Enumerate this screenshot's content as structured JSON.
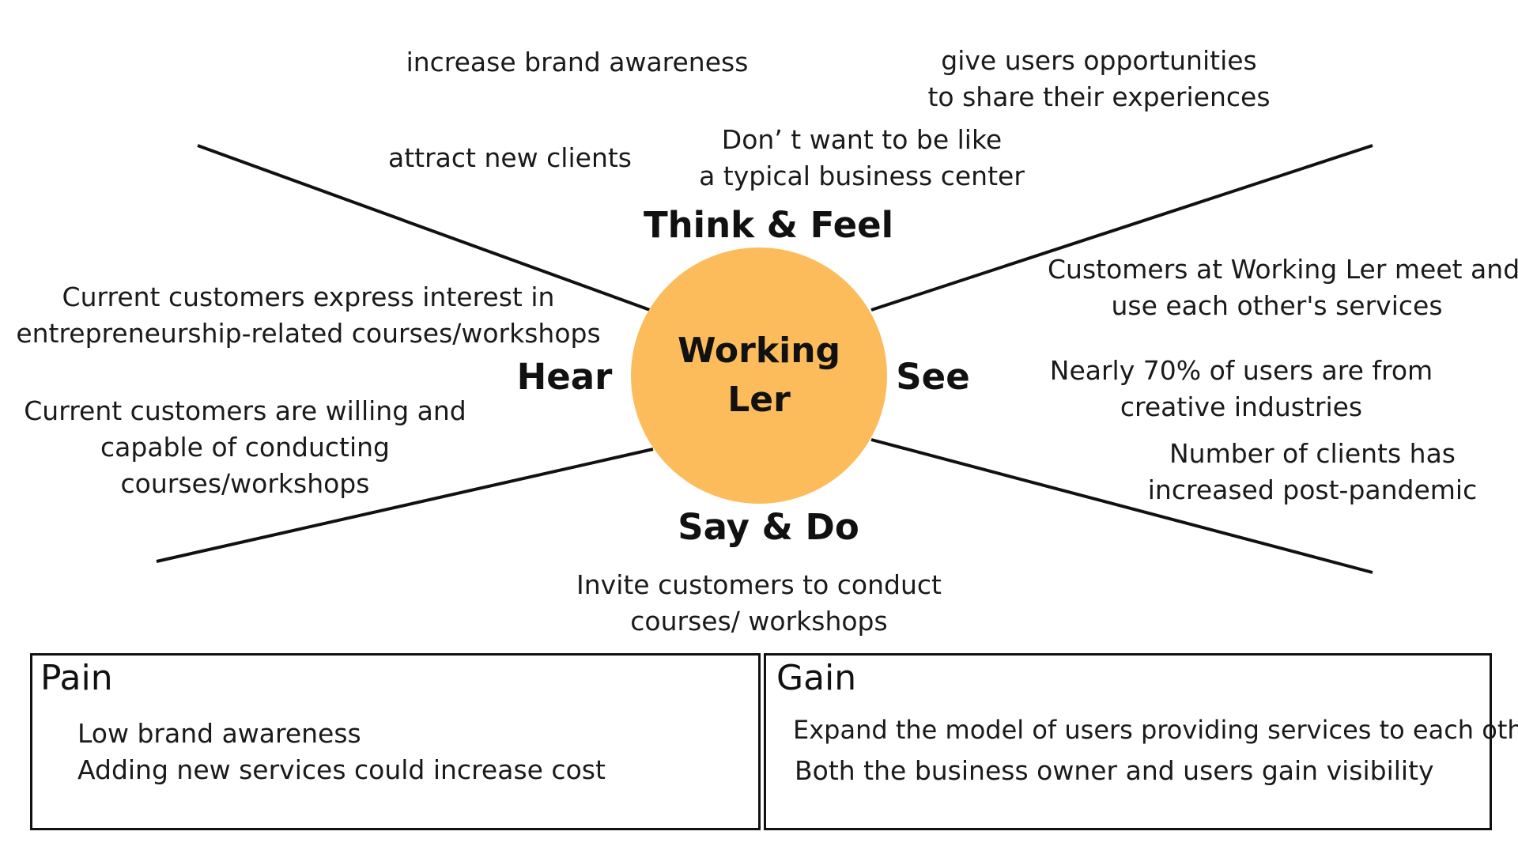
{
  "colors": {
    "circle_fill": "#FCBC5C",
    "line": "#111111",
    "text": "#1a1a1a",
    "box_border": "#111111"
  },
  "center": {
    "line1": "Working",
    "line2": "Ler"
  },
  "quadrant_labels": {
    "top": "Think & Feel",
    "bottom": "Say & Do",
    "left": "Hear",
    "right": "See"
  },
  "think_feel": {
    "note1": "increase brand awareness",
    "note2": "attract new clients",
    "note3_line1": "Don’ t want to be like",
    "note3_line2": "a typical business center",
    "note4_line1": "give users opportunities",
    "note4_line2": "to share their experiences"
  },
  "hear": {
    "note1_line1": "Current customers express interest in",
    "note1_line2": "entrepreneurship-related courses/workshops",
    "note2_line1": "Current customers are willing and",
    "note2_line2": "capable of conducting",
    "note2_line3": "courses/workshops"
  },
  "see": {
    "note1_line1": "Customers at Working Ler meet and",
    "note1_line2": "use each other's services",
    "note2_line1": "Nearly 70% of users are from",
    "note2_line2": "creative industries",
    "note3_line1": "Number of clients has",
    "note3_line2": "increased post-pandemic"
  },
  "say_do": {
    "note1_line1": "Invite customers to conduct",
    "note1_line2": "courses/ workshops"
  },
  "pain": {
    "title": "Pain",
    "item1": "Low brand awareness",
    "item2": "Adding new services could increase cost"
  },
  "gain": {
    "title": "Gain",
    "item1": "Expand the model of users providing services to each other",
    "item2": "Both the business owner and users gain visibility"
  }
}
